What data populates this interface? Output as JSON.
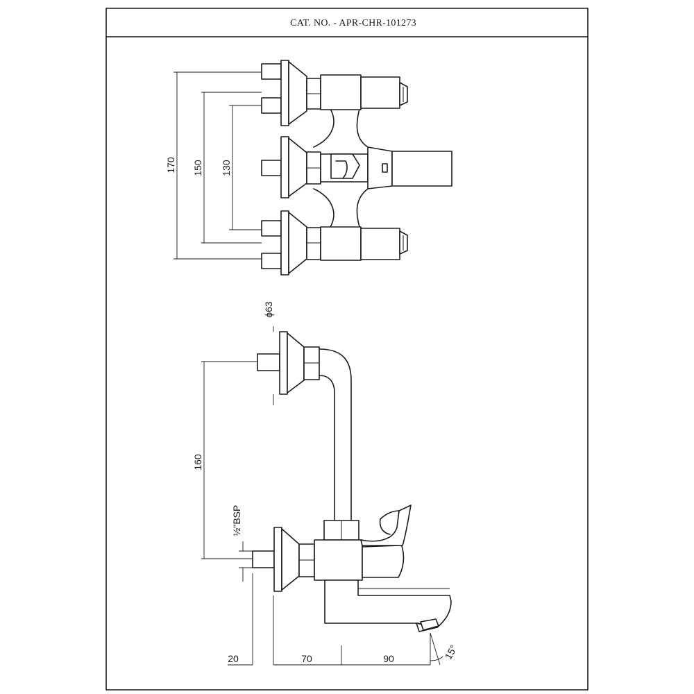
{
  "title": "CAT. NO. - APR-CHR-101273",
  "top_view": {
    "dimensions": [
      "170",
      "150",
      "130"
    ]
  },
  "side_view": {
    "diameter": "ϕ63",
    "height": "160",
    "thread": "½\"BSP",
    "widths": [
      "20",
      "70",
      "90"
    ],
    "angle": "15°"
  }
}
